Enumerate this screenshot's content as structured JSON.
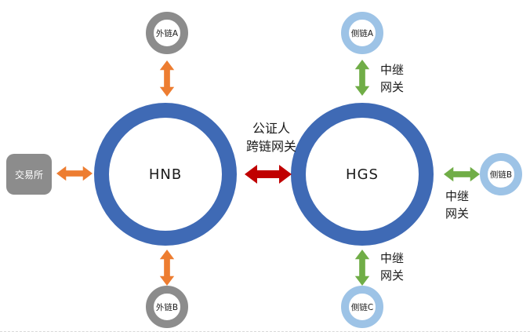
{
  "diagram_title": "cross-chain gateway topology",
  "colors": {
    "main_ring_blue": "#3f6ab5",
    "satellite_gray": "#8c8c8c",
    "side_chain_blue": "#9dc3e6",
    "external_arrow_orange": "#ED7D31",
    "relay_arrow_green": "#70AD47",
    "notary_arrow_red": "#C00000"
  },
  "hnb": {
    "label": "HNB"
  },
  "hgs": {
    "label": "HGS"
  },
  "notary": {
    "label": "公证人\n跨链网关"
  },
  "relay": {
    "label": "中继\n网关"
  },
  "nodes": {
    "external_a": {
      "label": "外链A"
    },
    "external_b": {
      "label": "外链B"
    },
    "exchange": {
      "label": "交易所"
    },
    "side_a": {
      "label": "侧链A"
    },
    "side_b": {
      "label": "侧链B"
    },
    "side_c": {
      "label": "侧链C"
    }
  }
}
